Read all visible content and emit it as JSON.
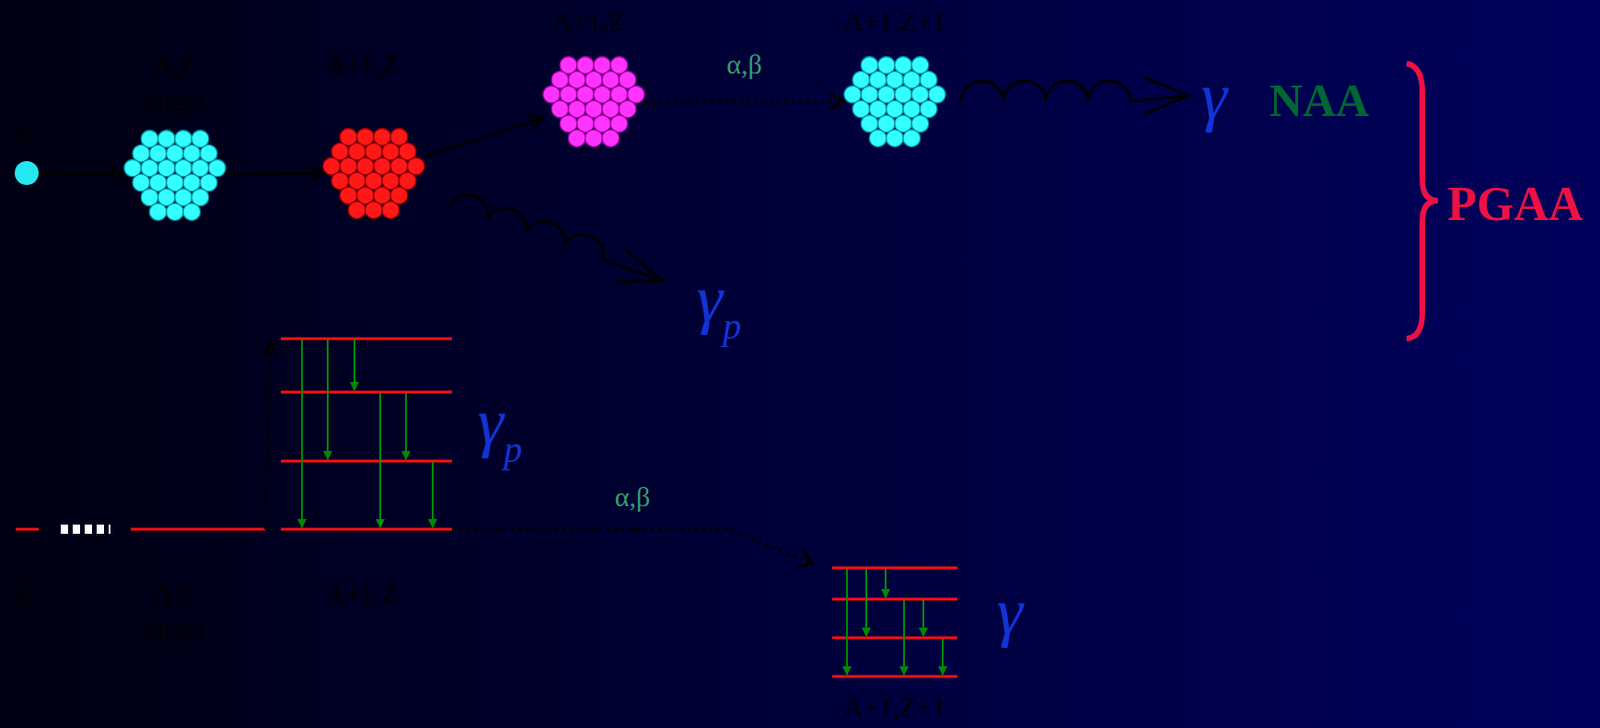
{
  "diagram": {
    "nodes": [
      {
        "text": [
          "n"
        ]
      },
      {
        "text": [
          "A,Z",
          "target"
        ]
      },
      {
        "text": [
          "A+1,Z"
        ]
      },
      {
        "text": [
          "A+1,Z"
        ]
      },
      {
        "text": [
          "A+1,Z+1"
        ]
      }
    ],
    "edges": [
      {
        "from": 0,
        "to": 1,
        "arrow": "to"
      },
      {
        "from": 1,
        "to": 2,
        "arrow": "to"
      },
      {
        "from": 2,
        "to": 3,
        "arrow": "to"
      },
      {
        "from": 3,
        "to": 4,
        "arrow": "to",
        "label": "α,β"
      }
    ],
    "labels": [
      "γ",
      "NAA",
      "PGAA",
      "γp",
      "γp",
      "n",
      "A,Z",
      "target",
      "A+1,Z",
      "α,β",
      "γ",
      "A+1,Z+1"
    ]
  }
}
